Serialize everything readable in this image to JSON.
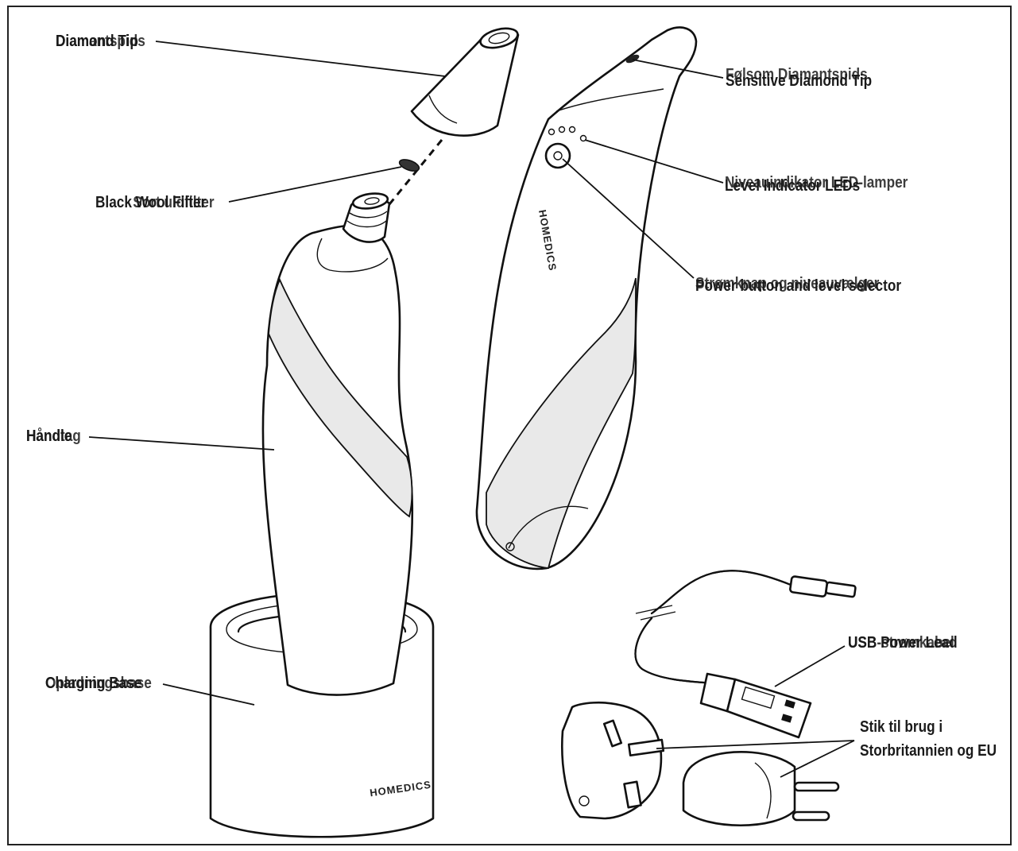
{
  "labels": {
    "diamond_tip": {
      "primary": "Diamond Tip",
      "secondary": "Diamantspids"
    },
    "black_wool_filter": {
      "primary": "Black Wool Filter",
      "secondary": "Sort uldfilter"
    },
    "handle": {
      "primary": "Handle",
      "secondary": "Håndtag"
    },
    "charging_base": {
      "primary": "Charging Base",
      "secondary": "Opladningsbase"
    },
    "sensitive_diamond_tip": {
      "primary": "Sensitive Diamond Tip",
      "secondary": "Følsom Diamantspids"
    },
    "level_indicator": {
      "primary": "Level Indicator LEDs",
      "secondary": "Niveauindikator LED-lamper"
    },
    "power_button": {
      "primary": "Power button and level selector",
      "secondary": "Strømknap og niveauvælger"
    },
    "usb_power_lead": {
      "primary": "USB Power Lead",
      "secondary": "USB-strømkabel"
    },
    "plugs": {
      "line1": "Stik til brug i",
      "line2": "Storbritannien og EU"
    }
  },
  "brand": "HOMEDICS"
}
